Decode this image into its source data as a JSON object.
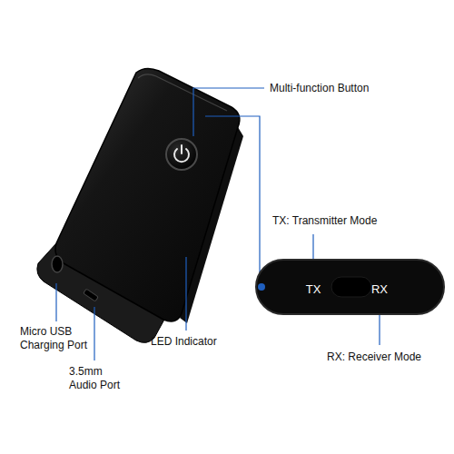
{
  "diagram": {
    "nodes": [
      {
        "text": [
          "TX",
          "RX"
        ]
      }
    ],
    "labels": [
      "Multi-function Button",
      "TX: Transmitter Mode",
      "RX: Receiver Mode",
      "Micro USB Charging Port",
      "LED Indicator",
      "3.5mm Audio Port"
    ]
  }
}
